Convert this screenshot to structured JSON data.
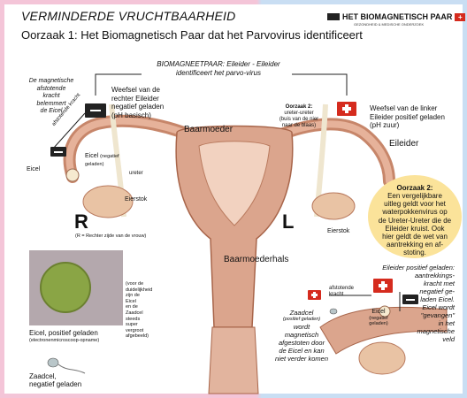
{
  "header": {
    "title": "VERMINDERDE VRUCHTBAARHEID",
    "subtitle": "Oorzaak 1: Het Biomagnetisch Paar dat het Parvovirus identificeert",
    "brand": "HET BIOMAGNETISCH PAAR",
    "brand_sub": "GEZONDHEID & MEDISCHE ONDERZOEK"
  },
  "top_label": {
    "line1": "BIOMAGNEETPAAR: Eileider - Eileider",
    "line2": "identificeert het parvo-virus"
  },
  "left_tissue": {
    "line1": "Weefsel van de",
    "line2": "rechter Eileider",
    "line3": "negatief geladen",
    "line4": "(pH basisch)"
  },
  "right_tissue": {
    "line1": "Weefsel van de linker",
    "line2": "Eileider positief geladen",
    "line3": "(pH zuur)"
  },
  "magnetic_force": {
    "line1": "De magnetische",
    "line2": "afstotende",
    "line3": "kracht",
    "line4": "belemmert",
    "line5": "de Eicel"
  },
  "repel_arrow": {
    "word1": "afstotende",
    "word2": "kracht"
  },
  "cause2_small": {
    "title": "Oorzaak 2:",
    "line1": "ureter-ureter",
    "line2": "(buis van de nier",
    "line3": "naar de blaas)"
  },
  "organs": {
    "baarmoeder": "Baarmoeder",
    "eileider": "Eileider",
    "eicel": "Eicel",
    "eicel_note1": "Eicel",
    "eicel_note2": "(negatief",
    "eicel_note3": "geladen)",
    "ureter": "ureter",
    "eierstok_left": "Eierstok",
    "eierstok_right": "Eierstok",
    "baarmoederhals": "Baarmoederhals"
  },
  "sides": {
    "r": "R",
    "r_note": "(R = Rechter zijde van de vrouw)",
    "l": "L"
  },
  "bubble": {
    "title": "Oorzaak 2:",
    "line1": "Een vergelijkbare",
    "line2": "uitleg geldt voor het",
    "line3": "waterpokkenvirus op",
    "line4": "de Ureter-Ureter die de",
    "line5": "Eileider kruist. Ook",
    "line6": "hier geldt de wet van",
    "line7": "aantrekking en af-",
    "line8": "stoting."
  },
  "photo": {
    "caption1": "Eicel, positief geladen",
    "caption2": "(electronenmicroscoop-opname)",
    "sperm1": "Zaadcel,",
    "sperm2": "negatief geladen",
    "note1": "(voor de",
    "note2": "duidelijkheid",
    "note3": "zijn de",
    "note4": "Eicel",
    "note5": "en de",
    "note6": "Zaadcel",
    "note7": "steeds",
    "note8": "super",
    "note9": "vergroot",
    "note10": "afgebeeld)"
  },
  "inset": {
    "zaad1": "Zaadcel",
    "zaad2": "(positief geladen)",
    "zaad3": "wordt",
    "zaad4": "magnetisch",
    "zaad5": "afgestoten door",
    "zaad6": "de Eicel en kan",
    "zaad7": "niet verder komen",
    "rep1": "afstotende",
    "rep2": "kracht",
    "eicel1": "Eicel",
    "eicel2": "(negatief",
    "eicel3": "geladen)",
    "right1": "Eileider positief geladen:",
    "right2": "aantrekkings-",
    "right3": "kracht met",
    "right4": "negatief ge-",
    "right5": "laden Eicel.",
    "right6": "Eicel wordt",
    "right7": "\"gevangen\"",
    "right8": "in het",
    "right9": "magnetische",
    "right10": "veld"
  },
  "colors": {
    "pink_border": "#f4c5d8",
    "blue_border": "#c9def3",
    "positive": "#d52b1e",
    "negative": "#222222",
    "bubble": "#fbe39a",
    "tissue": "#dba58d"
  }
}
